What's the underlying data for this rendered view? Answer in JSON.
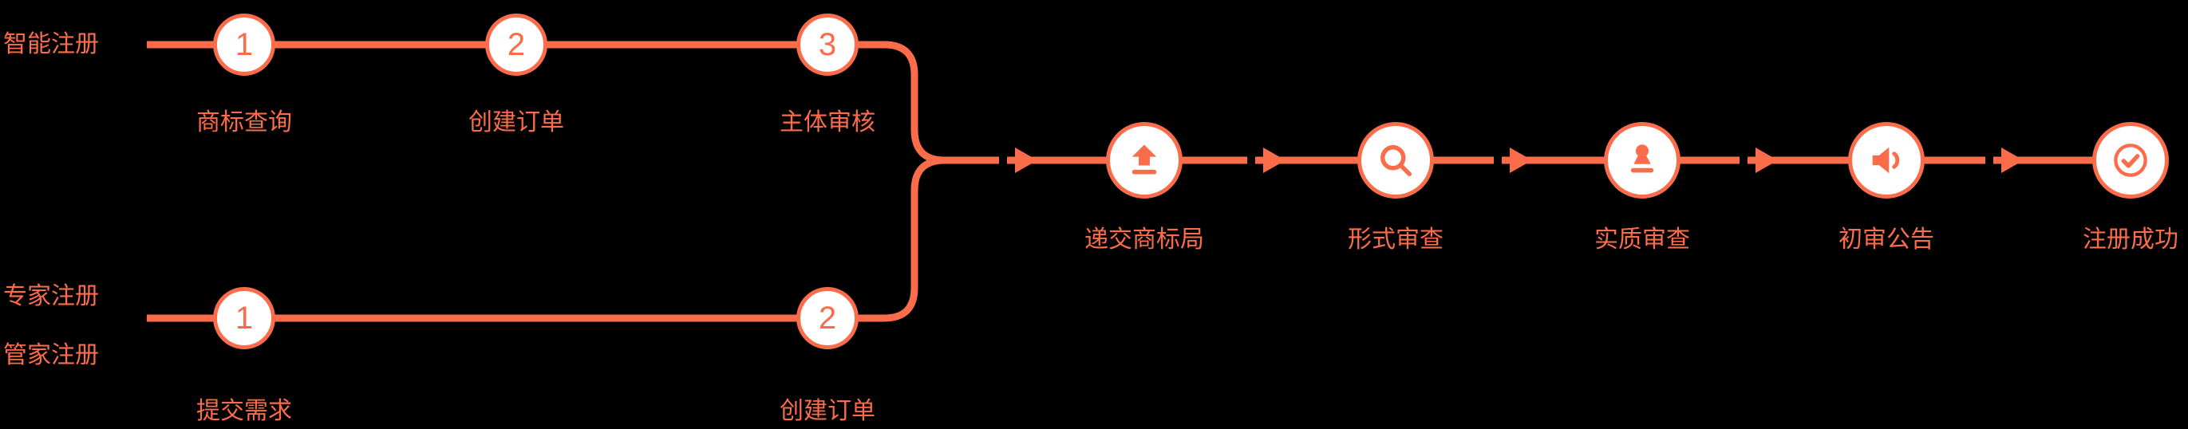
{
  "colors": {
    "background": "#000000",
    "accent": "#FB6C4A",
    "node_fill": "#FFFFFF"
  },
  "tracks": {
    "smart": {
      "label": "智能注册",
      "steps": [
        {
          "num": "1",
          "label": "商标查询"
        },
        {
          "num": "2",
          "label": "创建订单"
        },
        {
          "num": "3",
          "label": "主体审核"
        }
      ]
    },
    "expert": {
      "labels": [
        "专家注册",
        "管家注册"
      ],
      "steps": [
        {
          "num": "1",
          "label": "提交需求"
        },
        {
          "num": "2",
          "label": "创建订单"
        }
      ]
    }
  },
  "pipeline": {
    "stages": [
      {
        "icon": "submit-upload-icon",
        "label": "递交商标局"
      },
      {
        "icon": "search-icon",
        "label": "形式审查"
      },
      {
        "icon": "stamp-examiner-icon",
        "label": "实质审查"
      },
      {
        "icon": "announcement-speaker-icon",
        "label": "初审公告"
      },
      {
        "icon": "success-check-icon",
        "label": "注册成功"
      }
    ]
  }
}
